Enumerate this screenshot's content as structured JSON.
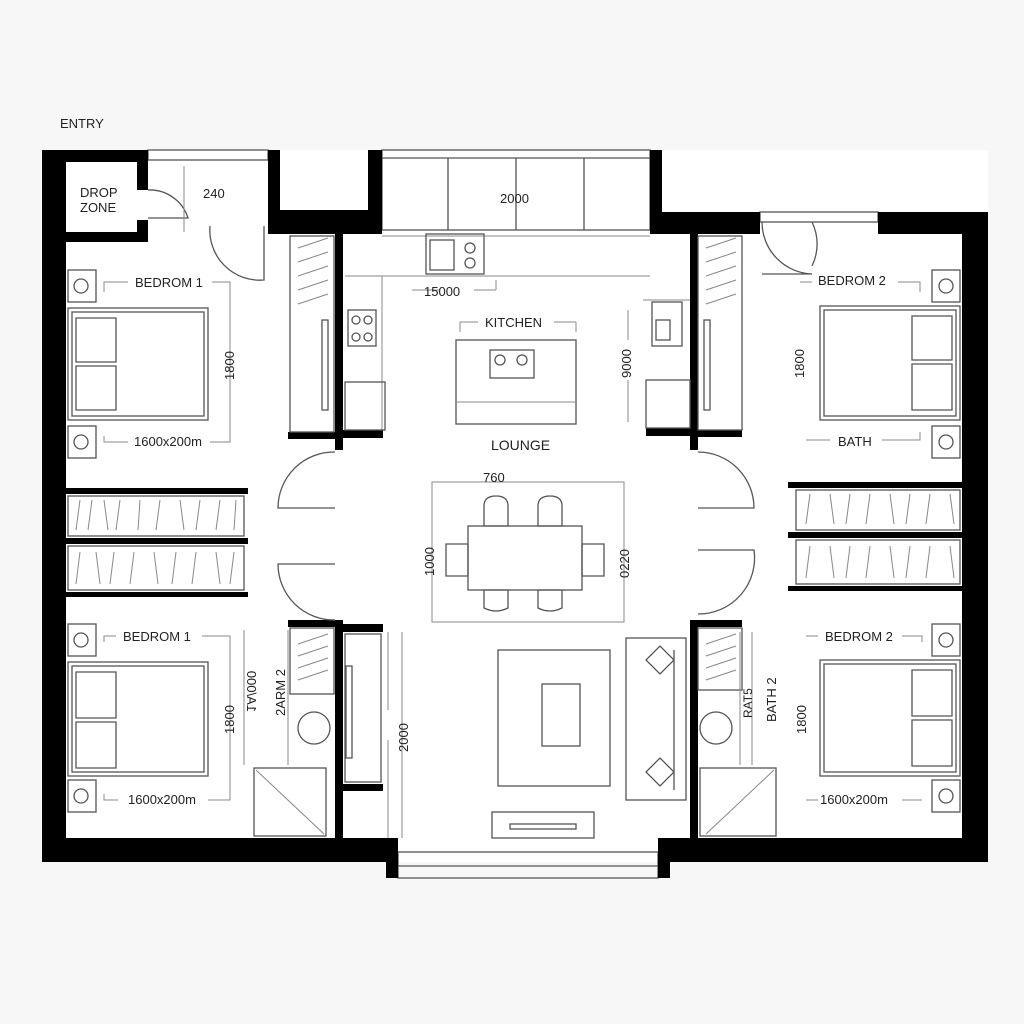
{
  "labels": {
    "entry": "ENTRY",
    "drop_zone_1": "DROP",
    "drop_zone_2": "ZONE",
    "dim_240": "240",
    "dim_2000_top": "2000",
    "dim_15000": "15000",
    "kitchen": "KITCHEN",
    "dim_9000": "9000",
    "lounge": "LOUNGE",
    "dim_760": "760",
    "dim_1000": "1000",
    "dim_0220": "0220",
    "bedroom1_top": "BEDROM 1",
    "bedroom1_top_len": "1800",
    "bedroom1_top_size": "1600x200m",
    "bedroom2_top": "BEDROM 2",
    "bedroom2_top_len": "1800",
    "bath": "BATH",
    "bedroom1_bottom": "BEDROM 1",
    "bedroom1_bottom_len": "1800",
    "bedroom1_bottom_size": "1600x200m",
    "bath_left_dim": "1A/000",
    "bath_left_label": "2ARM 2",
    "dim_2000_bottom": "2000",
    "bath_right_dim": "RAT5",
    "bath_right_label": "BATH 2",
    "bedroom2_bottom": "BEDROM 2",
    "bedroom2_bottom_len": "1800",
    "bedroom2_bottom_size": "1600x200m"
  },
  "colors": {
    "wall": "#000000",
    "line": "#555555",
    "background": "#f7f7f7"
  }
}
